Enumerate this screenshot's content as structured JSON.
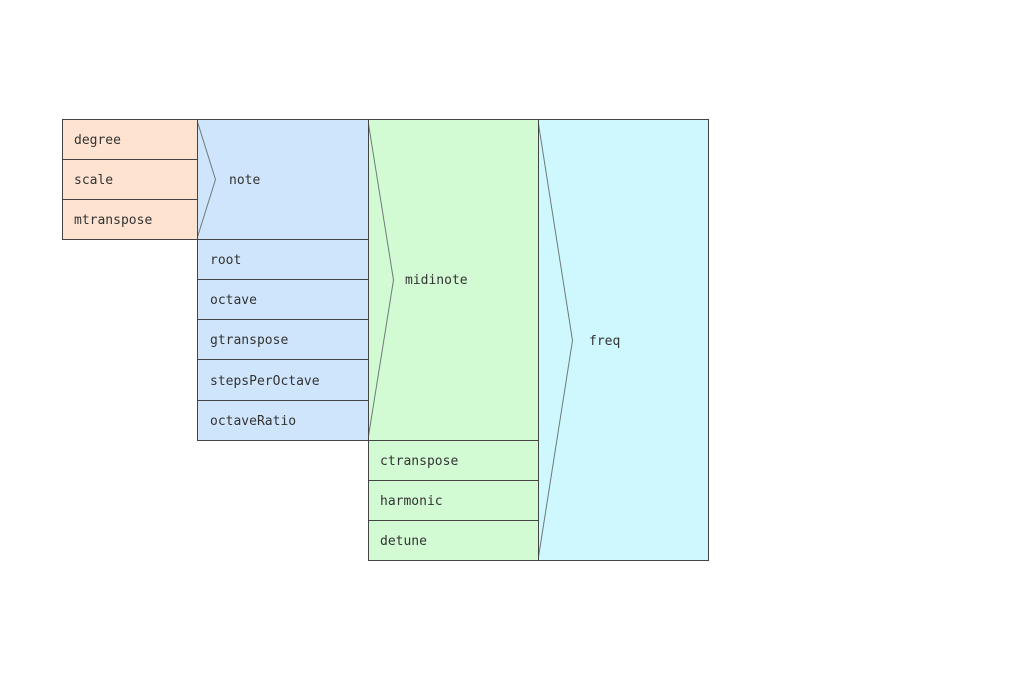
{
  "colors": {
    "orange": "#fde3d0",
    "blue": "#cfe5fc",
    "green": "#d2fbd4",
    "cyan": "#cef8fd",
    "border": "#444444",
    "text": "#333333"
  },
  "diagram": {
    "degree_group": {
      "inputs": [
        "degree",
        "scale",
        "mtranspose"
      ]
    },
    "note_group": {
      "output": "note",
      "inputs": [
        "root",
        "octave",
        "gtranspose",
        "stepsPerOctave",
        "octaveRatio"
      ]
    },
    "midinote_group": {
      "output": "midinote",
      "inputs": [
        "ctranspose",
        "harmonic",
        "detune"
      ]
    },
    "freq_group": {
      "output": "freq"
    }
  }
}
